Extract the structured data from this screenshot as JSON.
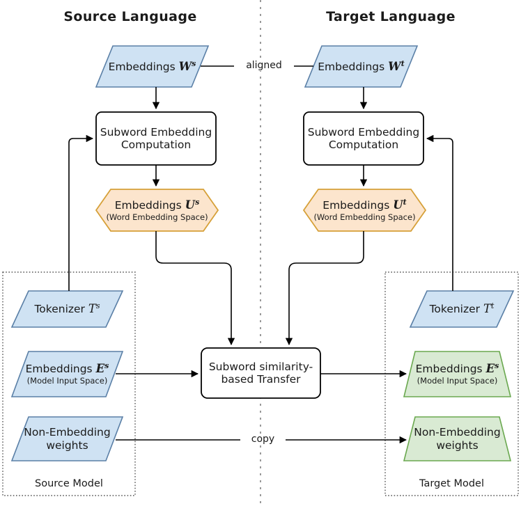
{
  "columns": {
    "source_title": "Source  Language",
    "target_title": "Target Language"
  },
  "nodes": {
    "w_source": {
      "label": "Embeddings",
      "symbol": "W",
      "superscript": "s",
      "shape": "parallelogram",
      "fill": "#cfe2f3",
      "stroke": "#5a7fa6"
    },
    "w_target": {
      "label": "Embeddings",
      "symbol": "W",
      "superscript": "t",
      "shape": "parallelogram",
      "fill": "#cfe2f3",
      "stroke": "#5a7fa6"
    },
    "sec_source": {
      "line1": "Subword Embedding",
      "line2": "Computation",
      "shape": "rounded-rect",
      "fill": "#ffffff",
      "stroke": "#000000"
    },
    "sec_target": {
      "line1": "Subword Embedding",
      "line2": "Computation",
      "shape": "rounded-rect",
      "fill": "#ffffff",
      "stroke": "#000000"
    },
    "u_source": {
      "label": "Embeddings",
      "symbol": "U",
      "superscript": "s",
      "sublabel": "(Word Embedding Space)",
      "shape": "hexagon",
      "fill": "#fce5cd",
      "stroke": "#d6a038"
    },
    "u_target": {
      "label": "Embeddings",
      "symbol": "U",
      "superscript": "t",
      "sublabel": "(Word Embedding Space)",
      "shape": "hexagon",
      "fill": "#fce5cd",
      "stroke": "#d6a038"
    },
    "tokenizer_source": {
      "label": "Tokenizer",
      "symbol": "T",
      "superscript": "s",
      "shape": "parallelogram",
      "fill": "#cfe2f3",
      "stroke": "#5a7fa6"
    },
    "tokenizer_target": {
      "label": "Tokenizer",
      "symbol": "T",
      "superscript": "t",
      "shape": "parallelogram",
      "fill": "#cfe2f3",
      "stroke": "#5a7fa6"
    },
    "e_source": {
      "label": "Embeddings",
      "symbol": "E",
      "superscript": "s",
      "sublabel": "(Model Input Space)",
      "shape": "parallelogram",
      "fill": "#cfe2f3",
      "stroke": "#5a7fa6"
    },
    "e_target": {
      "label": "Embeddings",
      "symbol": "E",
      "superscript": "s",
      "sublabel": "(Model Input Space)",
      "shape": "trapezoid",
      "fill": "#d9ead3",
      "stroke": "#6aa84f"
    },
    "nonemb_source": {
      "line1": "Non-Embedding",
      "line2": "weights",
      "shape": "parallelogram",
      "fill": "#cfe2f3",
      "stroke": "#5a7fa6"
    },
    "nonemb_target": {
      "line1": "Non-Embedding",
      "line2": "weights",
      "shape": "trapezoid",
      "fill": "#d9ead3",
      "stroke": "#6aa84f"
    },
    "transfer": {
      "line1": "Subword similarity-",
      "line2": "based Transfer",
      "shape": "rounded-rect",
      "fill": "#ffffff",
      "stroke": "#000000"
    }
  },
  "edge_labels": {
    "aligned": "aligned",
    "copy": "copy"
  },
  "groups": {
    "source_model": "Source Model",
    "target_model": "Target Model"
  },
  "colors": {
    "blue_fill": "#cfe2f3",
    "blue_stroke": "#5a7fa6",
    "orange_fill": "#fce5cd",
    "orange_stroke": "#d6a038",
    "green_fill": "#d9ead3",
    "green_stroke": "#6aa84f",
    "line": "#000000",
    "divider": "#999999",
    "text": "#1a1a1a"
  }
}
